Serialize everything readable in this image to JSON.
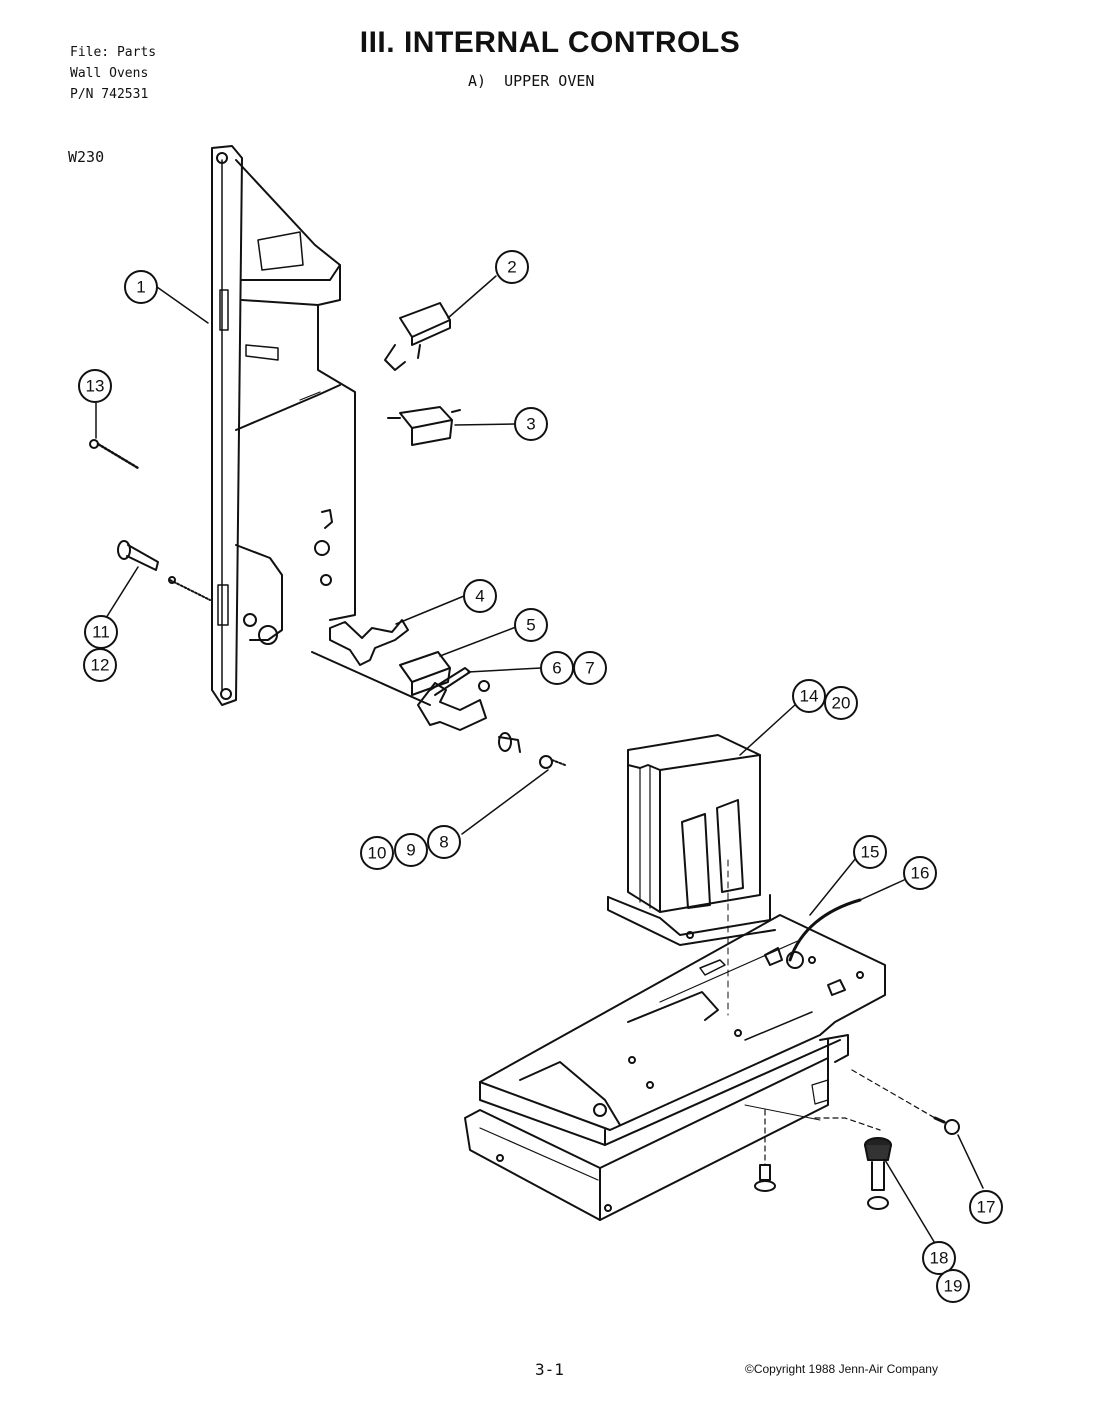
{
  "header": {
    "file_lines": [
      "File: Parts",
      "Wall Ovens",
      "P/N 742531"
    ],
    "title": "III. INTERNAL CONTROLS",
    "subtitle": "A)  UPPER OVEN",
    "model": "W230"
  },
  "callouts": [
    "1",
    "2",
    "3",
    "4",
    "5",
    "6",
    "7",
    "8",
    "9",
    "10",
    "11",
    "12",
    "13",
    "14",
    "15",
    "16",
    "17",
    "18",
    "19",
    "20"
  ],
  "footer": {
    "page": "3-1",
    "copyright": "©Copyright 1988 Jenn-Air Company"
  }
}
